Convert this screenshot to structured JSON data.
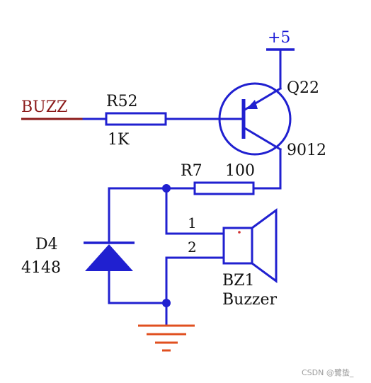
{
  "net_buzz": "BUZZ",
  "r52": {
    "ref": "R52",
    "value": "1K"
  },
  "supply": "+5",
  "q22": {
    "ref": "Q22",
    "part": "9012"
  },
  "r7": {
    "ref": "R7",
    "value": "100"
  },
  "d4": {
    "ref": "D4",
    "part": "4148"
  },
  "bz1": {
    "ref": "BZ1",
    "name": "Buzzer",
    "pin1": "1",
    "pin2": "2"
  },
  "watermark": "CSDN @鷺蛰_",
  "colors": {
    "wire": "#2020d0",
    "buzz_net": "#8b1a1a",
    "ground": "#e05020",
    "text": "#111111"
  }
}
